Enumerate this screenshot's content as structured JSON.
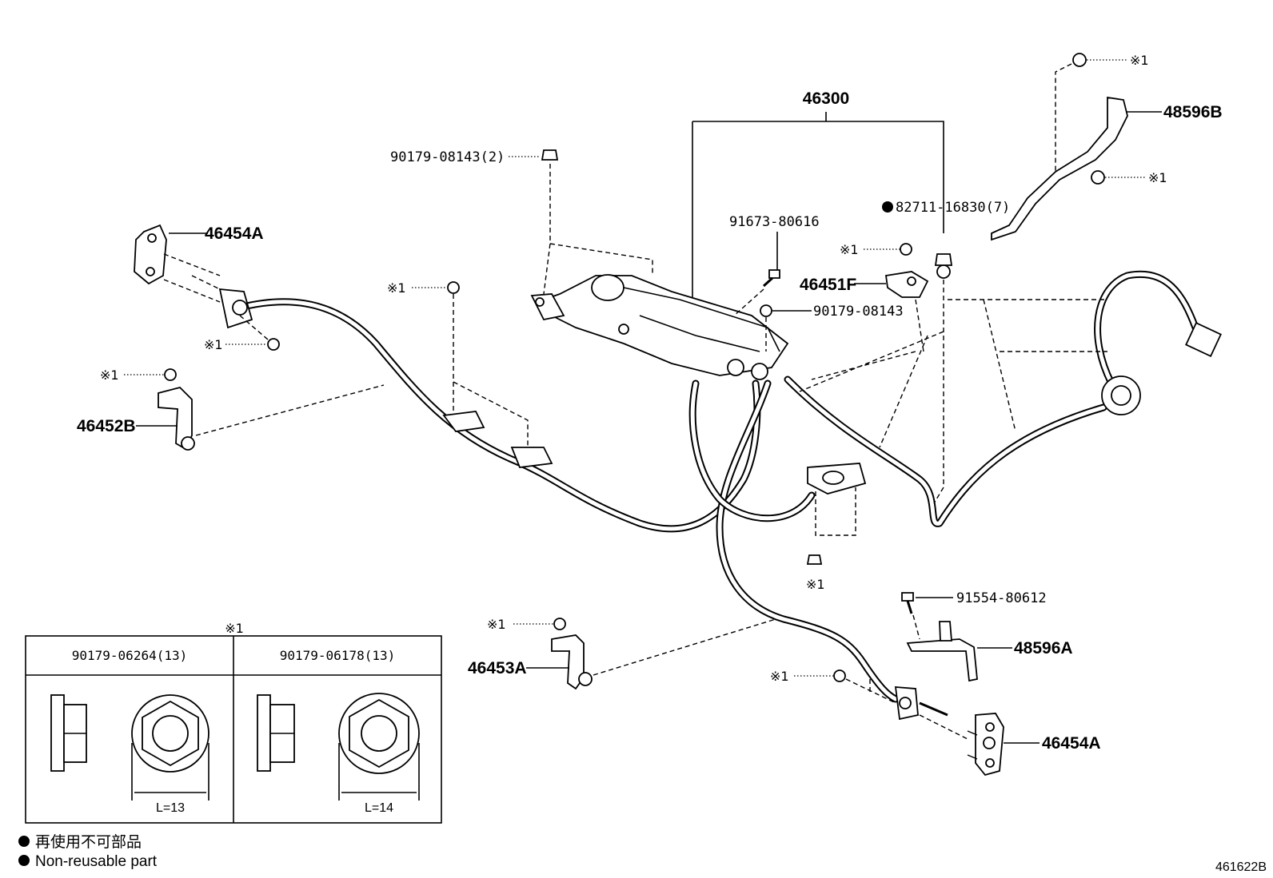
{
  "assembly": {
    "main_part": "46300",
    "callouts": {
      "p46454A_top": "46454A",
      "p46454A_bottom": "46454A",
      "p46452B": "46452B",
      "p46453A": "46453A",
      "p46451F": "46451F",
      "p48596B": "48596B",
      "p48596A": "48596A",
      "p90179_08143_2": "90179-08143(2)",
      "p90179_08143": "90179-08143",
      "p91673_80616": "91673-80616",
      "p82711_16830_7": "82711-16830(7)",
      "p91554_80612": "91554-80612"
    },
    "ref_mark": "※1"
  },
  "table": {
    "title": "※1",
    "columns": [
      "90179-06264(13)",
      "90179-06178(13)"
    ],
    "dimensions": [
      "L=13",
      "L=14"
    ]
  },
  "legend": {
    "line_jp": "再使用不可部品",
    "line_en": "Non-reusable part"
  },
  "figure_number": "461622B",
  "colors": {
    "ink": "#000000",
    "paper": "#ffffff"
  }
}
